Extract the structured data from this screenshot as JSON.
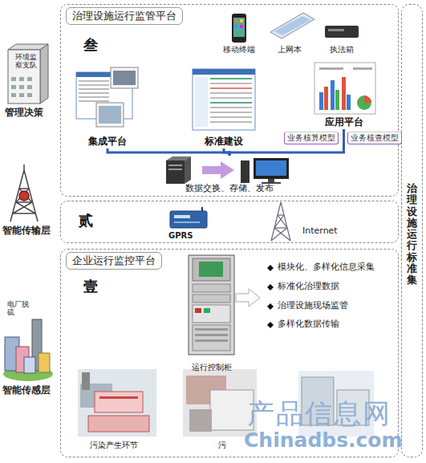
{
  "diagram": {
    "nodes": [
      {
        "text": [
          "治理设施运行监管平台",
          "叁"
        ]
      },
      {
        "text": [
          "集成平台"
        ],
        "in": 0
      },
      {
        "text": [
          "标准建设"
        ],
        "in": 0
      },
      {
        "text": [
          "应用平台"
        ],
        "in": 0
      },
      {
        "text": [
          "业务核算模型"
        ],
        "in": 0
      },
      {
        "text": [
          "业务核查模型"
        ],
        "in": 0
      },
      {
        "text": [
          "数据交换、存储、发布"
        ],
        "in": 0
      },
      {
        "text": [
          "贰"
        ]
      },
      {
        "text": [
          "企业运行监控平台",
          "壹"
        ]
      },
      {
        "text": [
          "运行控制柜"
        ],
        "in": 8
      },
      {
        "text": [
          "治理设施运行标准集"
        ]
      }
    ],
    "edges": [
      {
        "from": 1,
        "to": 6,
        "arrow": "none"
      },
      {
        "from": 2,
        "to": 6,
        "arrow": "none"
      },
      {
        "from": 3,
        "to": 6,
        "arrow": "none"
      }
    ],
    "labels": [
      "环境监察支队",
      "管理决策",
      "智能传输层",
      "电厂脱硫",
      "智能传感层",
      "移动终端",
      "上网本",
      "执法箱",
      "GPRS",
      "Internet",
      "模块化、多样化信息采集",
      "标准化治理数据",
      "治理设施现场监管",
      "多样化数据传输",
      "污染产生环节",
      "污",
      "产品信息网",
      "Chinadbs.com"
    ]
  }
}
